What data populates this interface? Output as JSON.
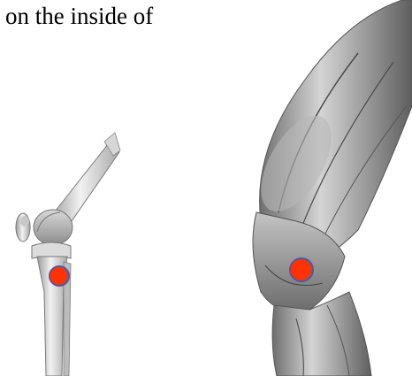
{
  "caption": {
    "text": "on the inside of"
  },
  "figures": [
    {
      "name": "skeletal-knee-side-view",
      "marker_color": "#ff3300",
      "marker_border": "#4a5aa8"
    },
    {
      "name": "muscular-knee-side-view",
      "marker_color": "#ff3300",
      "marker_border": "#4a5aa8"
    }
  ]
}
